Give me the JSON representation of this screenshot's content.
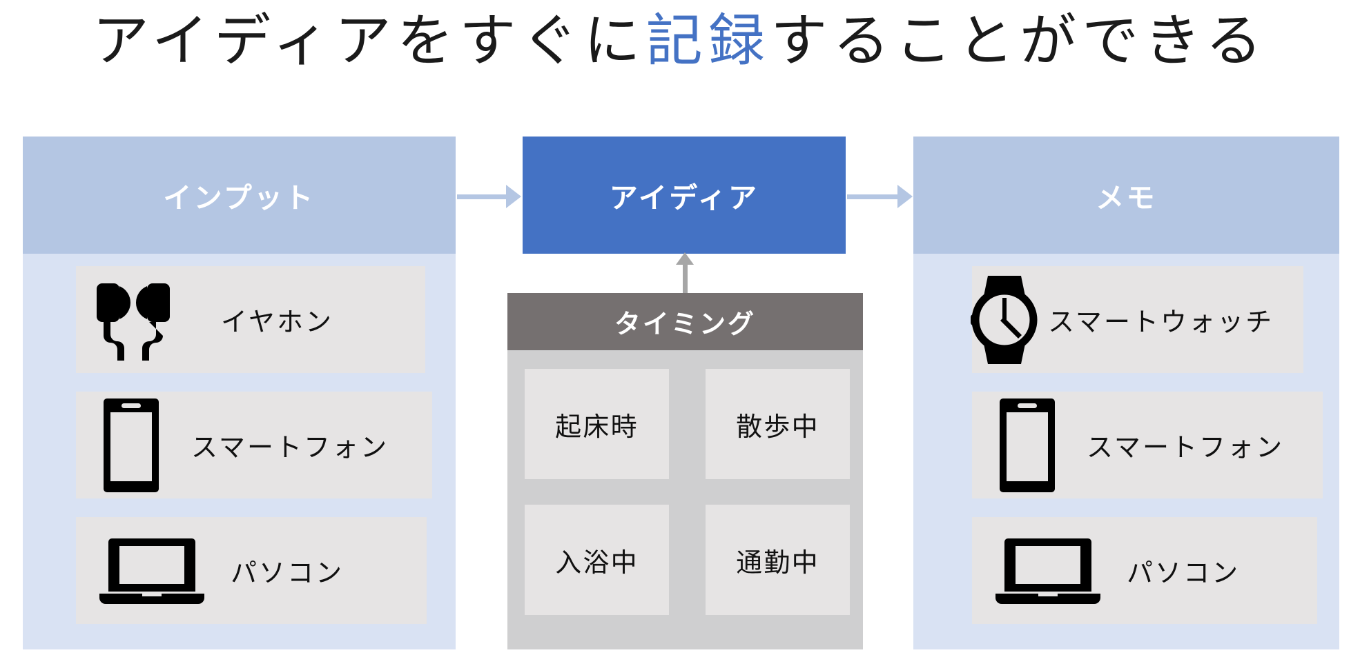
{
  "title": {
    "segments": [
      {
        "text": "アイディアをすぐに",
        "accent": false
      },
      {
        "text": "記録",
        "accent": true
      },
      {
        "text": "することができる",
        "accent": false
      }
    ],
    "full_text": "アイディアをすぐに記録することができる",
    "accent_color": "#4472c4",
    "text_color": "#1a1a1a"
  },
  "colors": {
    "panel_header_blue": "#b4c6e3",
    "panel_body_blue": "#d9e2f3",
    "idea_blue": "#4472c4",
    "timing_header_gray": "#757070",
    "timing_body_gray": "#cfcfd0",
    "tile_gray": "#e6e4e4",
    "arrow_blue": "#b4c6e3",
    "arrow_gray": "#a6a6a6",
    "background": "#ffffff"
  },
  "panels": {
    "input": {
      "header": "インプット",
      "items": [
        {
          "label": "イヤホン",
          "icon": "earphones-icon"
        },
        {
          "label": "スマートフォン",
          "icon": "smartphone-icon"
        },
        {
          "label": "パソコン",
          "icon": "laptop-icon"
        }
      ]
    },
    "idea": {
      "header": "アイディア"
    },
    "memo": {
      "header": "メモ",
      "items": [
        {
          "label": "スマートウォッチ",
          "icon": "smartwatch-icon"
        },
        {
          "label": "スマートフォン",
          "icon": "smartphone-icon"
        },
        {
          "label": "パソコン",
          "icon": "laptop-icon"
        }
      ]
    },
    "timing": {
      "header": "タイミング",
      "cells": [
        "起床時",
        "散歩中",
        "入浴中",
        "通勤中"
      ]
    }
  },
  "arrows": [
    {
      "name": "input-to-idea",
      "direction": "right",
      "color": "#b4c6e3"
    },
    {
      "name": "idea-to-memo",
      "direction": "right",
      "color": "#b4c6e3"
    },
    {
      "name": "timing-to-idea",
      "direction": "up",
      "color": "#a6a6a6"
    }
  ]
}
